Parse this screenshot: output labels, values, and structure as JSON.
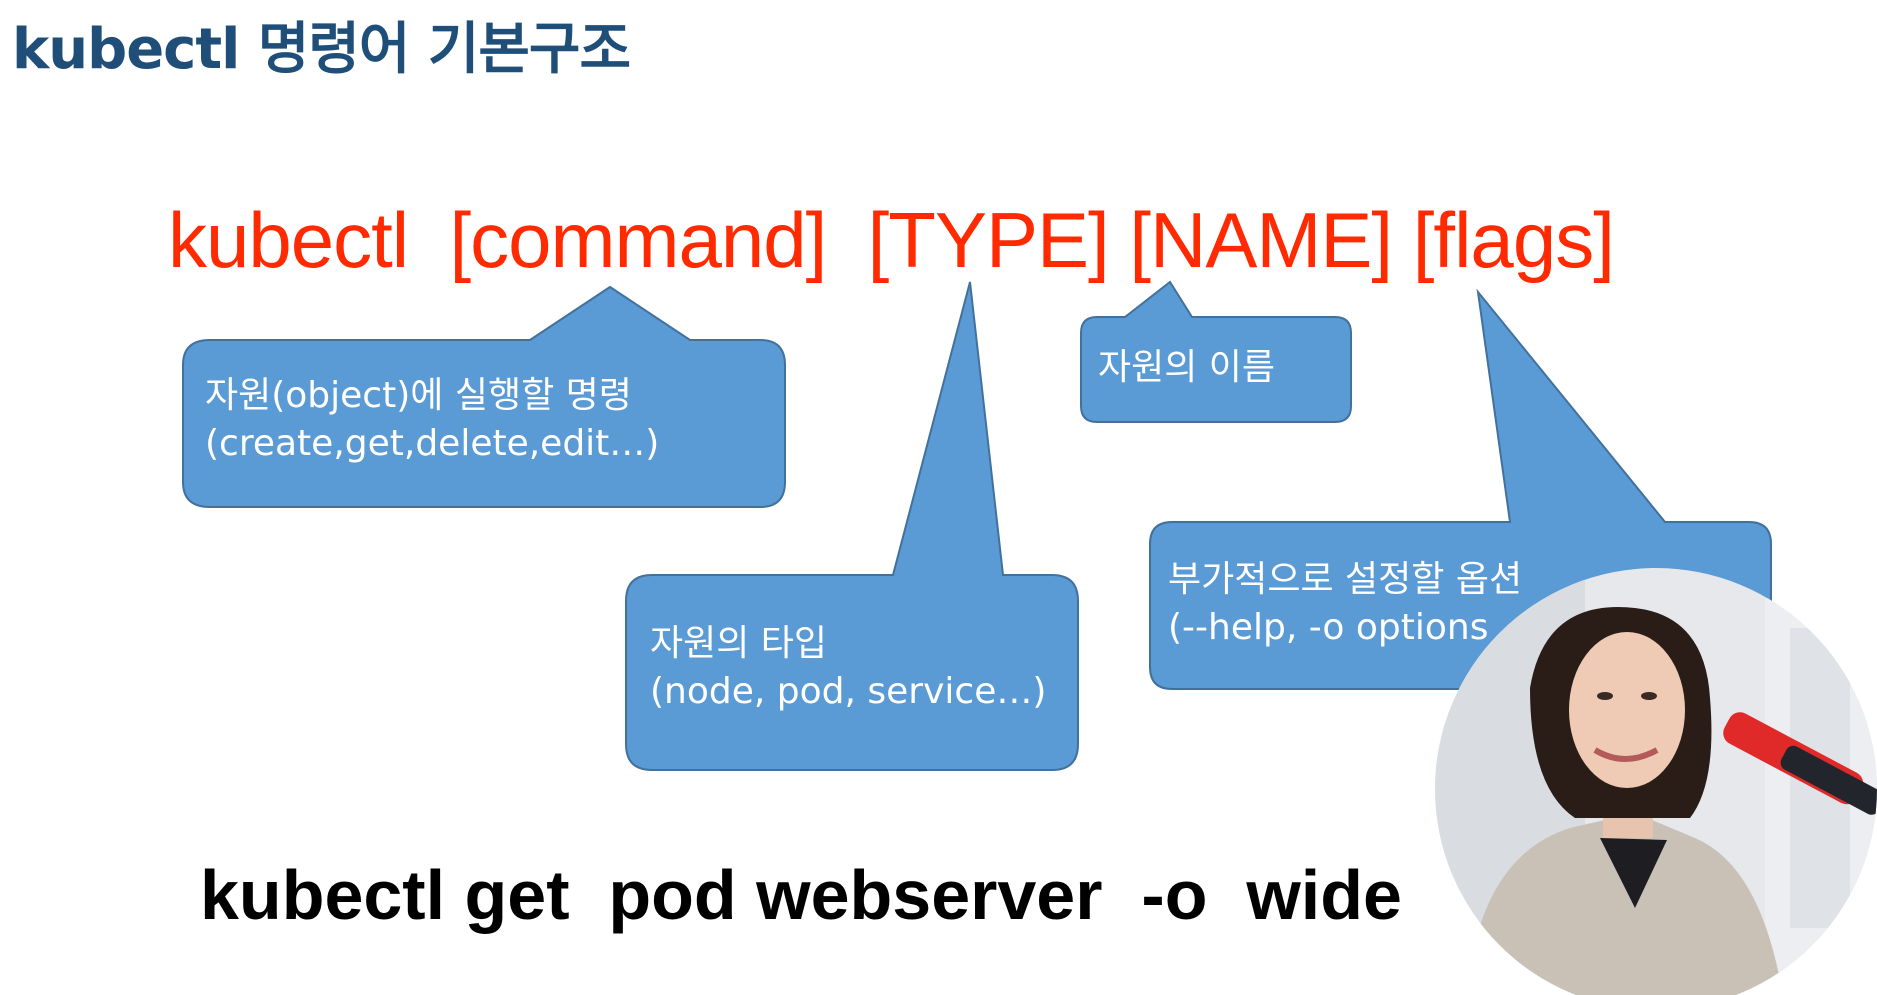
{
  "slide": {
    "title": "kubectl 명령어 기본구조",
    "syntax": {
      "kubectl": "kubectl",
      "command": "[command]",
      "type": "[TYPE]",
      "name": "[NAME]",
      "flags": "[flags]"
    },
    "callouts": {
      "command": {
        "line1": "자원(object)에 실행할 명령",
        "line2": "(create,get,delete,edit…)"
      },
      "type": {
        "line1": "자원의 타입",
        "line2": "(node, pod, service…)"
      },
      "name": {
        "line1": "자원의 이름"
      },
      "flags": {
        "line1": "부가적으로 설정할 옵션",
        "line2": "(--help, -o options"
      }
    },
    "example": "kubectl get  pod webserver  -o  wide"
  },
  "colors": {
    "title": "#1f4e79",
    "syntax": "#ff2a00",
    "callout_fill": "#5b9bd5",
    "callout_stroke": "#41719c",
    "example": "#000000"
  }
}
